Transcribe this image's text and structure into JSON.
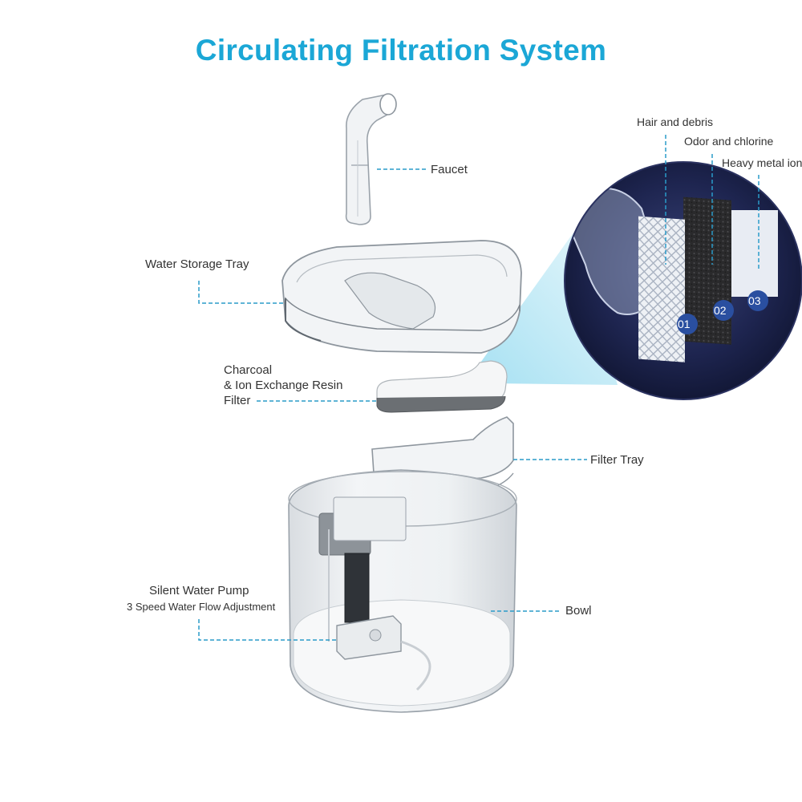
{
  "title": "Circulating Filtration System",
  "colors": {
    "accent": "#1ba7d6",
    "leader": "#2a9bc9",
    "text": "#333333"
  },
  "parts": {
    "faucet": "Faucet",
    "water_storage_tray": "Water Storage Tray",
    "filter": {
      "line1": "Charcoal",
      "line2": "& Ion Exchange Resin",
      "line3": "Filter"
    },
    "filter_tray": "Filter Tray",
    "pump": {
      "name": "Silent Water Pump",
      "subtitle": "3 Speed Water Flow Adjustment"
    },
    "bowl": "Bowl"
  },
  "filter_layers": [
    {
      "number": "01",
      "label": "Hair and debris"
    },
    {
      "number": "02",
      "label": "Odor and chlorine"
    },
    {
      "number": "03",
      "label": "Heavy metal ion"
    }
  ]
}
